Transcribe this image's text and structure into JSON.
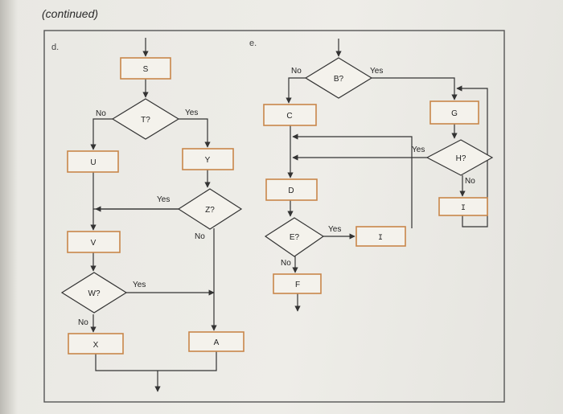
{
  "header": {
    "continued": "(continued)"
  },
  "sections": {
    "d": "d.",
    "e": "e."
  },
  "flow_d": {
    "S": "S",
    "T": "T?",
    "U": "U",
    "Y": "Y",
    "Z": "Z?",
    "V": "V",
    "W": "W?",
    "X": "X",
    "A": "A",
    "T_no": "No",
    "T_yes": "Yes",
    "Z_yes": "Yes",
    "Z_no": "No",
    "W_yes": "Yes",
    "W_no": "No"
  },
  "flow_e": {
    "B": "B?",
    "C": "C",
    "G": "G",
    "H": "H?",
    "D": "D",
    "I": "I",
    "E": "E?",
    "F": "F",
    "B_no": "No",
    "B_yes": "Yes",
    "H_yes": "Yes",
    "H_no": "No",
    "E_yes": "Yes",
    "E_no": "No"
  },
  "colors": {
    "box_border": "#c8864a",
    "line": "#333333",
    "paper": "#eeede8"
  }
}
